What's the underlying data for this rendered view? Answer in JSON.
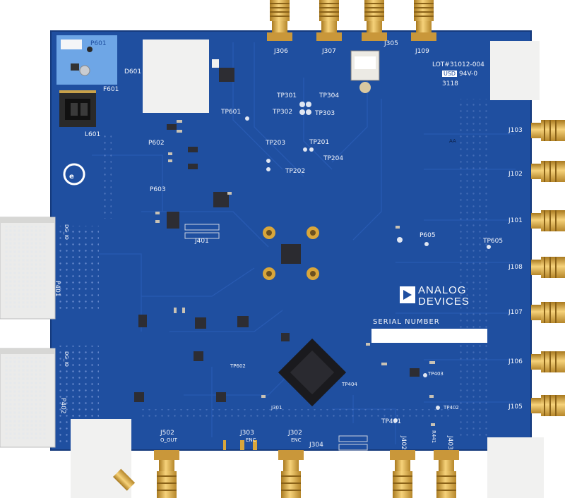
{
  "brand": {
    "line1": "ANALOG",
    "line2": "DEVICES"
  },
  "serial_label": "SERIAL NUMBER",
  "lot": {
    "line1": "LOT#31012-004",
    "line2_badge": "USD",
    "line2": "94V-0",
    "line3": "3118"
  },
  "test_points": [
    "TP301",
    "TP304",
    "TP302",
    "TP303",
    "TP601",
    "TP203",
    "TP201",
    "TP204",
    "TP202",
    "TP605",
    "TP401",
    "TP403",
    "TP402",
    "TP404",
    "TP602",
    "P605"
  ],
  "top_connectors": [
    "J306",
    "J307",
    "J305",
    "J109"
  ],
  "right_connectors": [
    "J103",
    "J102",
    "J101",
    "J108",
    "J107",
    "J106",
    "J105"
  ],
  "bottom_labels": {
    "j502": "J502",
    "j502_sub": "O_OUT",
    "j303": "J303",
    "j303_sub": "ENC",
    "j302": "J302",
    "j302_sub": "ENC",
    "j304": "J304",
    "j402": "J402",
    "j403": "J403"
  },
  "left_labels": {
    "p601": "P601",
    "d601": "D601",
    "f601": "F601",
    "l601": "L601",
    "p602": "P602",
    "p603": "P603",
    "j401": "J401",
    "p401": "P401",
    "p402": "P402",
    "dg_top": "DG_IO",
    "dg_bottom": "DG_IO"
  },
  "misc": {
    "j301": "J301",
    "r441": "R441",
    "aa": "AA"
  },
  "colors": {
    "pcb": "#1f4fa0",
    "pcb_dark": "#173f86",
    "gold": "#d9a63a",
    "white_part": "#f1f1f0"
  }
}
